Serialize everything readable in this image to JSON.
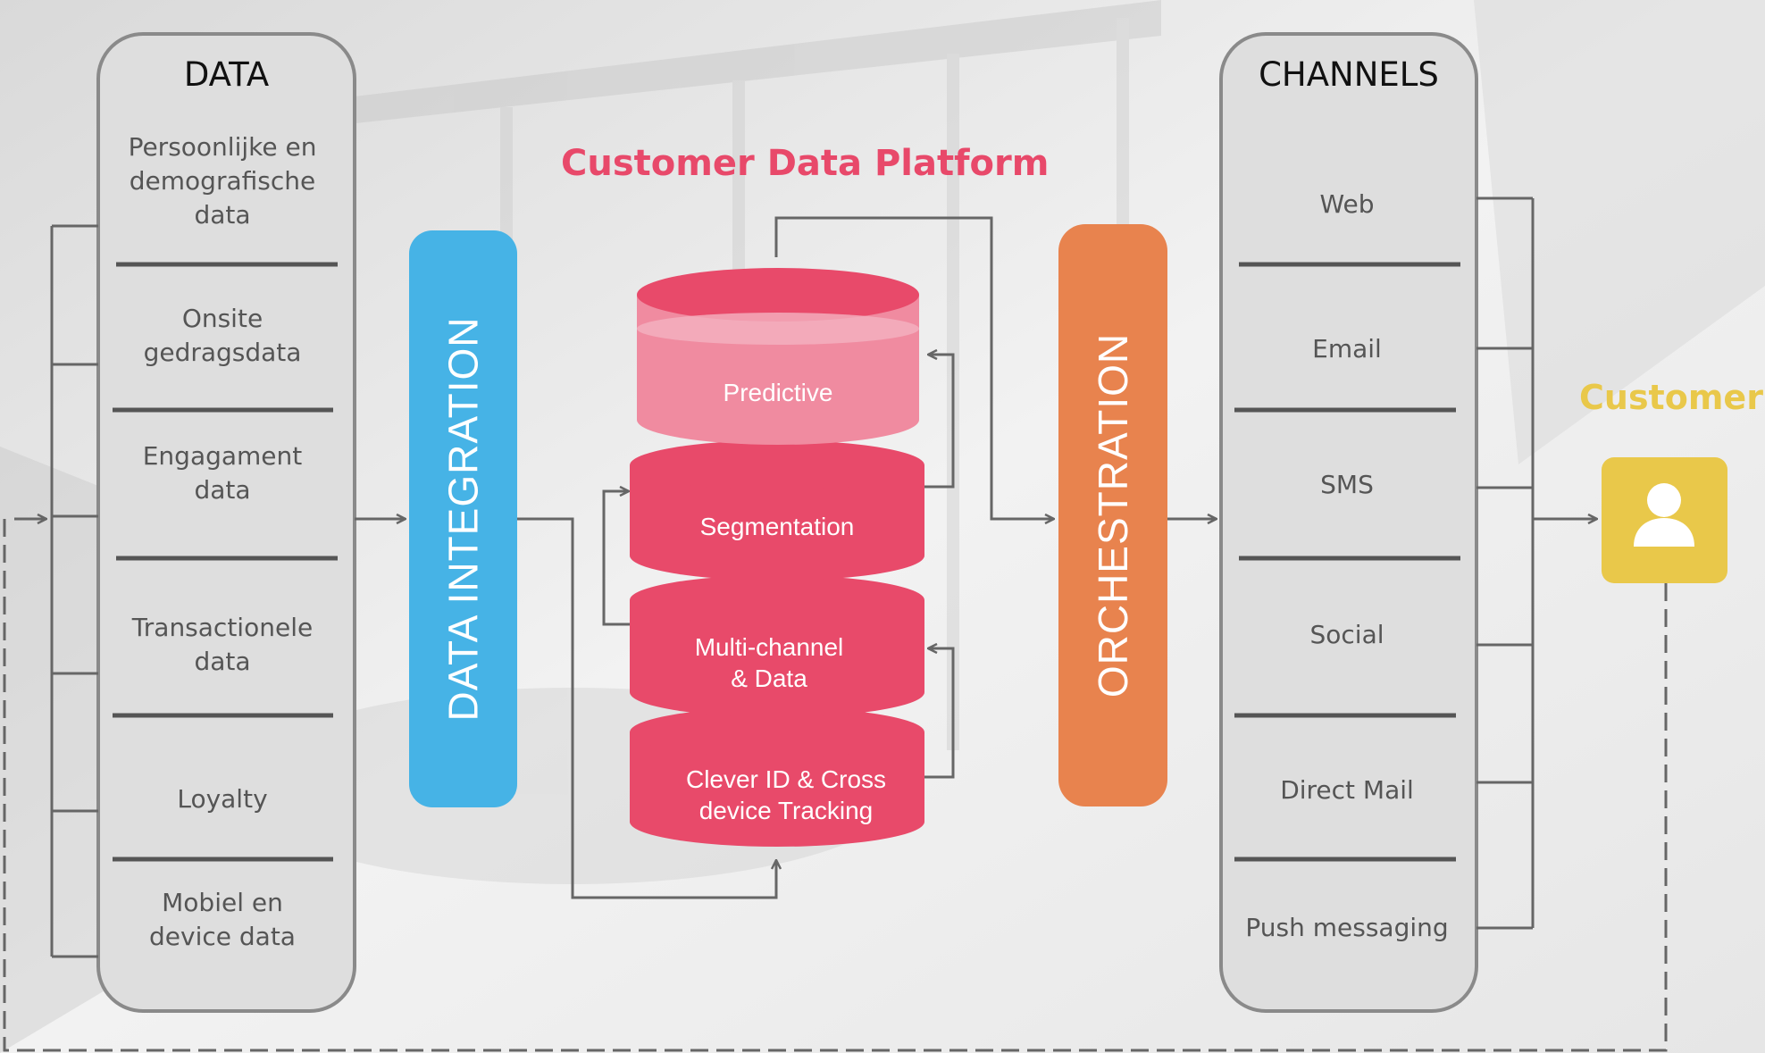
{
  "title": "Customer Data Platform",
  "data_panel": {
    "heading": "DATA",
    "items": [
      "Persoonlijke en\ndemografische\ndata",
      "Onsite\ngedragsdata",
      "Engagament\ndata",
      "Transactionele\ndata",
      "Loyalty",
      "Mobiel en\ndevice data"
    ]
  },
  "integration_label": "DATA INTEGRATION",
  "orchestration_label": "ORCHESTRATION",
  "cdp_layers": [
    "Predictive",
    "Segmentation",
    "Multi-channel\n& Data",
    "Clever ID & Cross\ndevice Tracking"
  ],
  "channels_panel": {
    "heading": "CHANNELS",
    "items": [
      "Web",
      "Email",
      "SMS",
      "Social",
      "Direct Mail",
      "Push messaging"
    ]
  },
  "customer_label": "Customer",
  "colors": {
    "title": "#e8496a",
    "customer": "#e9c84a",
    "integration": "#46b3e6",
    "orchestration": "#e8834e",
    "cylinder": "#e84a6a",
    "cylinder_light": "#f08ba0",
    "panel_fill": "#dedede",
    "panel_border": "#8a8a8a",
    "connector": "#666666",
    "avatar": "#e9c84a"
  },
  "icons": {
    "customer": "person-icon"
  }
}
